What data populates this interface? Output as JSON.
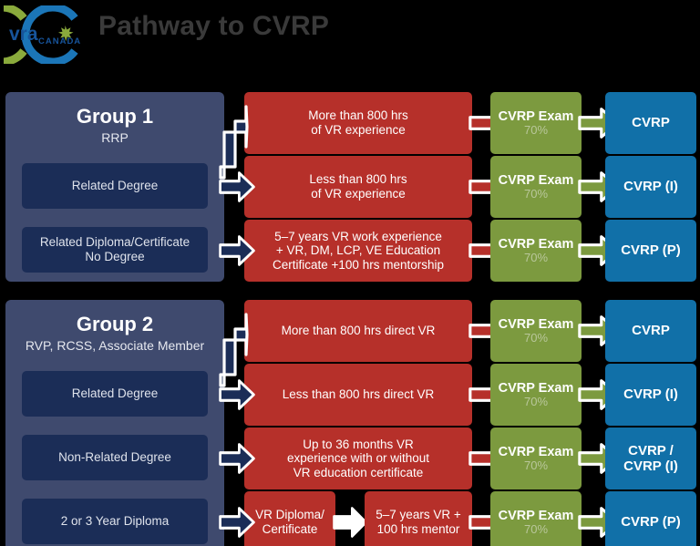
{
  "header": {
    "title": "Pathway to CVRP",
    "logo_text_primary": "vra",
    "logo_text_secondary": "CANADA",
    "logo_alt": "vra-canada-logo"
  },
  "colors": {
    "background": "#000000",
    "panel": "#3f4a6e",
    "panel_inner": "#1b2d57",
    "red": "#b6302a",
    "green": "#7c9a3f",
    "blue": "#1170a8",
    "title_text": "#3a3a3a",
    "percent_text": "#b9c79b"
  },
  "groups": [
    {
      "id": "group-1",
      "title": "Group 1",
      "subtitle": "RRP",
      "qualifications": [
        {
          "label": "Related Degree"
        },
        {
          "label": "Related Diploma/Certificate\nNo Degree"
        }
      ],
      "rows": [
        {
          "requirement": "More than 800 hrs\nof VR experience",
          "exam_label": "CVRP Exam",
          "exam_score": "70%",
          "outcome": "CVRP"
        },
        {
          "requirement": "Less than 800 hrs\nof VR experience",
          "exam_label": "CVRP Exam",
          "exam_score": "70%",
          "outcome": "CVRP (I)"
        },
        {
          "requirement": "5–7 years VR work experience\n+ VR, DM, LCP, VE Education\nCertificate +100 hrs mentorship",
          "exam_label": "CVRP Exam",
          "exam_score": "70%",
          "outcome": "CVRP (P)"
        }
      ]
    },
    {
      "id": "group-2",
      "title": "Group 2",
      "subtitle": "RVP, RCSS, Associate Member",
      "qualifications": [
        {
          "label": "Related Degree"
        },
        {
          "label": "Non-Related Degree"
        },
        {
          "label": "2 or 3 Year Diploma"
        }
      ],
      "rows": [
        {
          "requirement": "More than 800 hrs direct VR",
          "exam_label": "CVRP Exam",
          "exam_score": "70%",
          "outcome": "CVRP"
        },
        {
          "requirement": "Less than 800 hrs direct VR",
          "exam_label": "CVRP Exam",
          "exam_score": "70%",
          "outcome": "CVRP (I)"
        },
        {
          "requirement": "Up to 36 months VR\nexperience with or without\nVR education certificate",
          "exam_label": "CVRP Exam",
          "exam_score": "70%",
          "outcome": "CVRP /\nCVRP (I)"
        },
        {
          "requirement_pre": "VR Diploma/\nCertificate",
          "requirement": "5–7 years VR +\n100 hrs mentor",
          "exam_label": "CVRP Exam",
          "exam_score": "70%",
          "outcome": "CVRP (P)"
        }
      ]
    }
  ]
}
